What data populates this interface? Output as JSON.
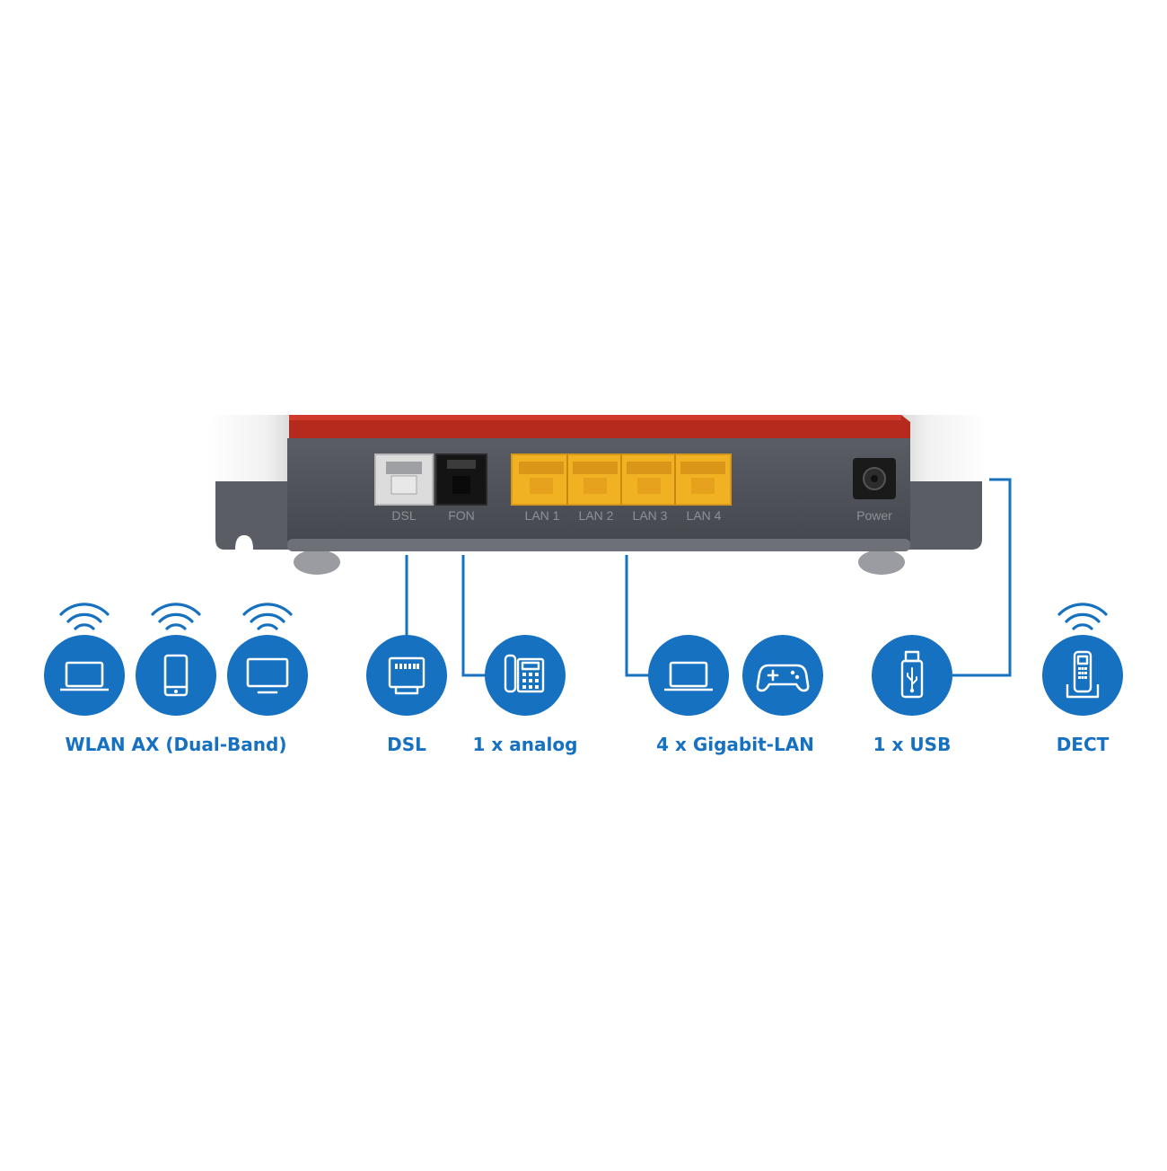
{
  "colors": {
    "accent": "#1671c1",
    "housing_red": "#b52a1c",
    "housing_gray": "#4b4e55",
    "lan_yellow": "#f0b223",
    "white": "#ffffff"
  },
  "router": {
    "ports": {
      "dsl": "DSL",
      "fon": "FON",
      "lan1": "LAN 1",
      "lan2": "LAN 2",
      "lan3": "LAN 3",
      "lan4": "LAN 4",
      "power": "Power"
    }
  },
  "features": [
    {
      "label": "WLAN AX (Dual-Band)",
      "icons": [
        "laptop-icon",
        "smartphone-icon",
        "monitor-icon"
      ]
    },
    {
      "label": "DSL",
      "icons": [
        "ethernet-port-icon"
      ]
    },
    {
      "label": "1 x analog",
      "icons": [
        "desk-phone-icon"
      ]
    },
    {
      "label": "4 x Gigabit-LAN",
      "icons": [
        "laptop-icon",
        "gamepad-icon"
      ]
    },
    {
      "label": "1 x USB",
      "icons": [
        "usb-stick-icon"
      ]
    },
    {
      "label": "DECT",
      "icons": [
        "dect-handset-icon"
      ]
    }
  ]
}
